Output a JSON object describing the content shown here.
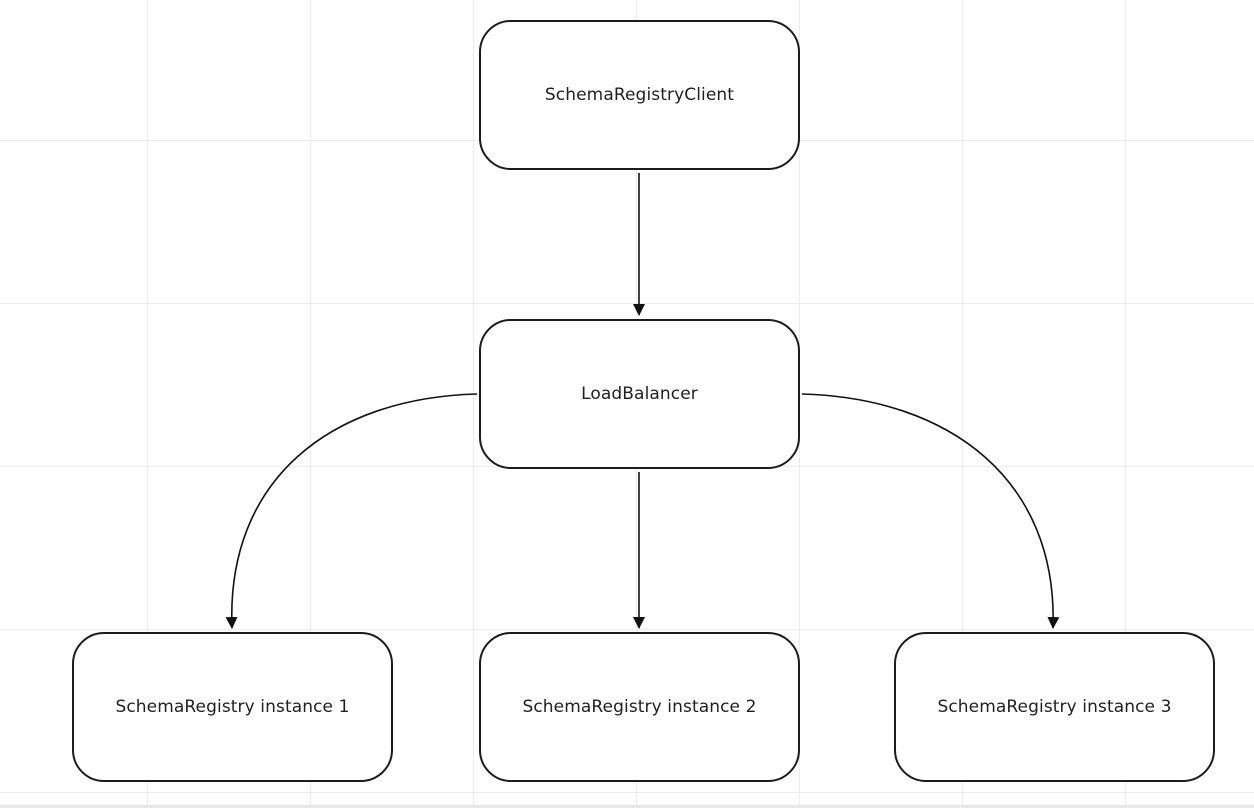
{
  "nodes": {
    "client": {
      "label": "SchemaRegistryClient"
    },
    "load_balancer": {
      "label": "LoadBalancer"
    },
    "instance_1": {
      "label": "SchemaRegistry instance 1"
    },
    "instance_2": {
      "label": "SchemaRegistry instance 2"
    },
    "instance_3": {
      "label": "SchemaRegistry instance 3"
    }
  },
  "edges": [
    {
      "from": "client",
      "to": "load_balancer"
    },
    {
      "from": "load_balancer",
      "to": "instance_1"
    },
    {
      "from": "load_balancer",
      "to": "instance_2"
    },
    {
      "from": "load_balancer",
      "to": "instance_3"
    }
  ],
  "colors": {
    "stroke": "#1c1c1c",
    "grid": "#ececec",
    "text": "#1f1f1f"
  }
}
